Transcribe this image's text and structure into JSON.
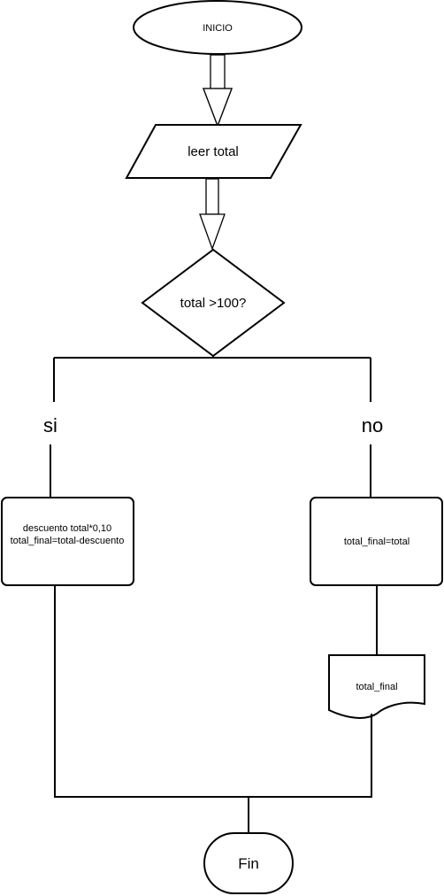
{
  "diagram": {
    "start": {
      "label": "INICIO"
    },
    "input": {
      "label": "leer total"
    },
    "decision": {
      "label": "total >100?"
    },
    "branch_yes": {
      "label": "si"
    },
    "branch_no": {
      "label": "no"
    },
    "process_yes": {
      "line1": "descuento total*0,10",
      "line2": "total_final=total-descuento"
    },
    "process_no": {
      "label": "total_final=total"
    },
    "output": {
      "label": "total_final"
    },
    "end": {
      "label": "Fin"
    }
  }
}
